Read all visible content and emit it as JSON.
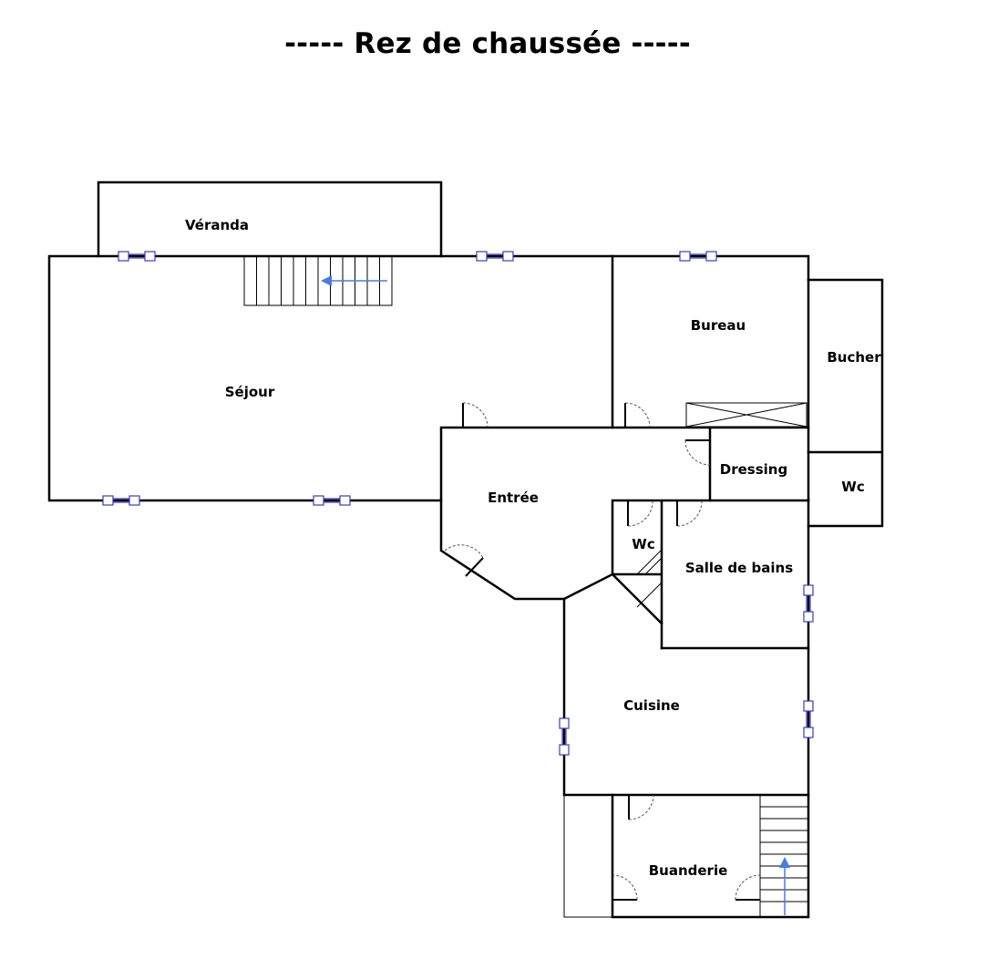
{
  "page": {
    "title": "----- Rez de chaussée -----"
  },
  "colors": {
    "wall": "#000000",
    "window": "#3a3cc0",
    "stair_arrow": "#4a7be0",
    "door": "#555555"
  },
  "rooms": {
    "veranda": "Véranda",
    "sejour": "Séjour",
    "bureau": "Bureau",
    "bucher": "Bucher",
    "entree": "Entrée",
    "dressing": "Dressing",
    "wc_bucher": "Wc",
    "wc_entree": "Wc",
    "salle_de_bains": "Salle de bains",
    "cuisine": "Cuisine",
    "buanderie": "Buanderie"
  },
  "icons": [
    "window-icon",
    "door-swing-icon",
    "staircase-icon",
    "stair-arrow-icon",
    "closet-cross-icon"
  ]
}
